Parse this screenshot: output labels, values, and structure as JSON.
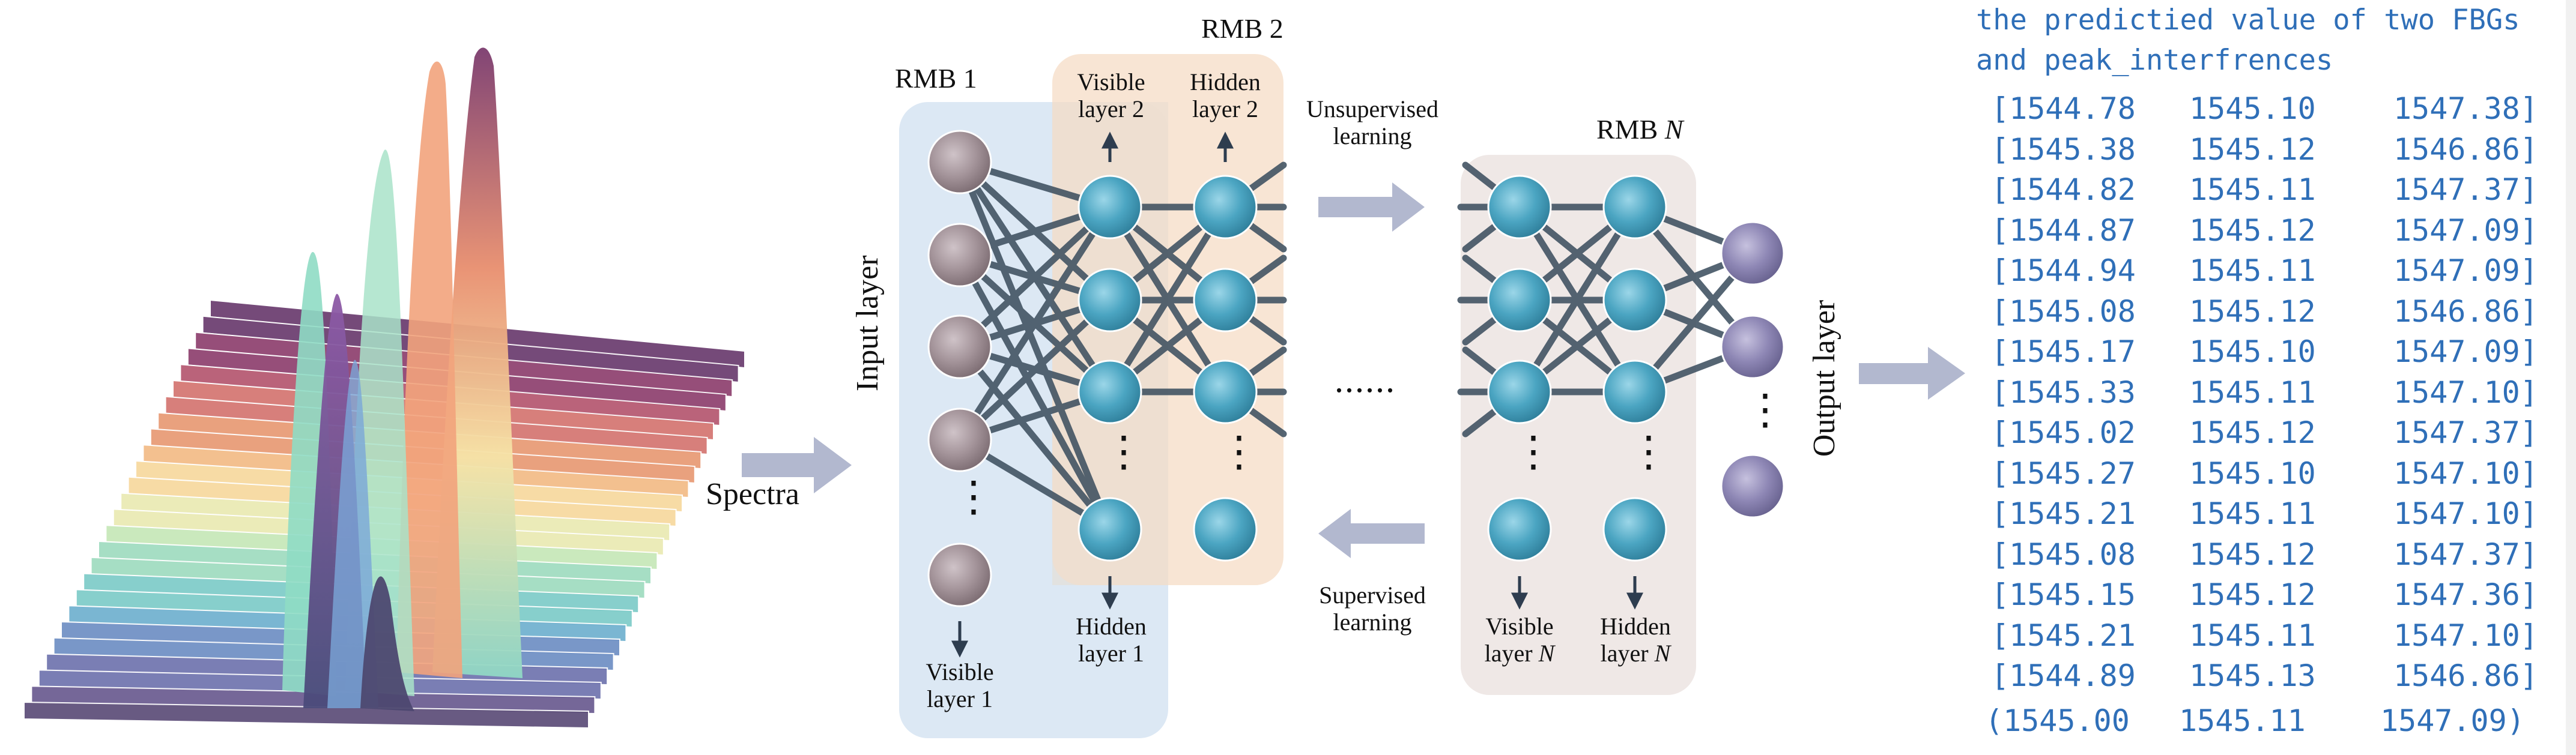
{
  "input": {
    "label": "Spectra"
  },
  "rbm": {
    "block1": "RMB 1",
    "block2": "RMB 2",
    "blockN_prefix": "RMB ",
    "blockN_var": "N",
    "input_layer": "Input layer",
    "output_layer": "Output layer",
    "visible1_a": "Visible",
    "visible1_b": "layer 1",
    "visible2_a": "Visible",
    "visible2_b": "layer 2",
    "hidden2_a": "Hidden",
    "hidden2_b": "layer 2",
    "hidden1_a": "Hidden",
    "hidden1_b": "layer 1",
    "visibleN_a": "Visible",
    "visibleN_b": "layer ",
    "hiddenN_a": "Hidden",
    "hiddenN_b": "layer ",
    "var_N": "N",
    "unsup_a": "Unsupervised",
    "unsup_b": "learning",
    "sup_a": "Supervised",
    "sup_b": "learning",
    "dots": "......",
    "vdots": "⋮"
  },
  "output": {
    "title_line1": "the predictied value of two FBGs",
    "title_line2": "and peak_interfrences",
    "rows": [
      [
        "[1544.78",
        "1545.10",
        "1547.38]"
      ],
      [
        "[1545.38",
        "1545.12",
        "1546.86]"
      ],
      [
        "[1544.82",
        "1545.11",
        "1547.37]"
      ],
      [
        "[1544.87",
        "1545.12",
        "1547.09]"
      ],
      [
        "[1544.94",
        "1545.11",
        "1547.09]"
      ],
      [
        "[1545.08",
        "1545.12",
        "1546.86]"
      ],
      [
        "[1545.17",
        "1545.10",
        "1547.09]"
      ],
      [
        "[1545.33",
        "1545.11",
        "1547.10]"
      ],
      [
        "[1545.02",
        "1545.12",
        "1547.37]"
      ],
      [
        "[1545.27",
        "1545.10",
        "1547.10]"
      ],
      [
        "[1545.21",
        "1545.11",
        "1547.10]"
      ],
      [
        "[1545.08",
        "1545.12",
        "1547.37]"
      ],
      [
        "[1545.15",
        "1545.12",
        "1547.36]"
      ],
      [
        "[1545.21",
        "1545.11",
        "1547.10]"
      ],
      [
        "[1544.89",
        "1545.13",
        "1546.86]"
      ]
    ],
    "final": [
      "(1545.00",
      "1545.11",
      "1547.09)"
    ]
  },
  "colors": {
    "text_blue": "#2f6fb8",
    "rbm1_fill": "#dce8f4",
    "rbm2_fill": "#f7e2cf",
    "rbmN_fill": "#efe8e6",
    "node_input": "#a99aa0",
    "node_hidden": "#4fa9c6",
    "node_output": "#8f88b6",
    "edge": "#3e5060",
    "arrow": "#b2b8cf"
  }
}
